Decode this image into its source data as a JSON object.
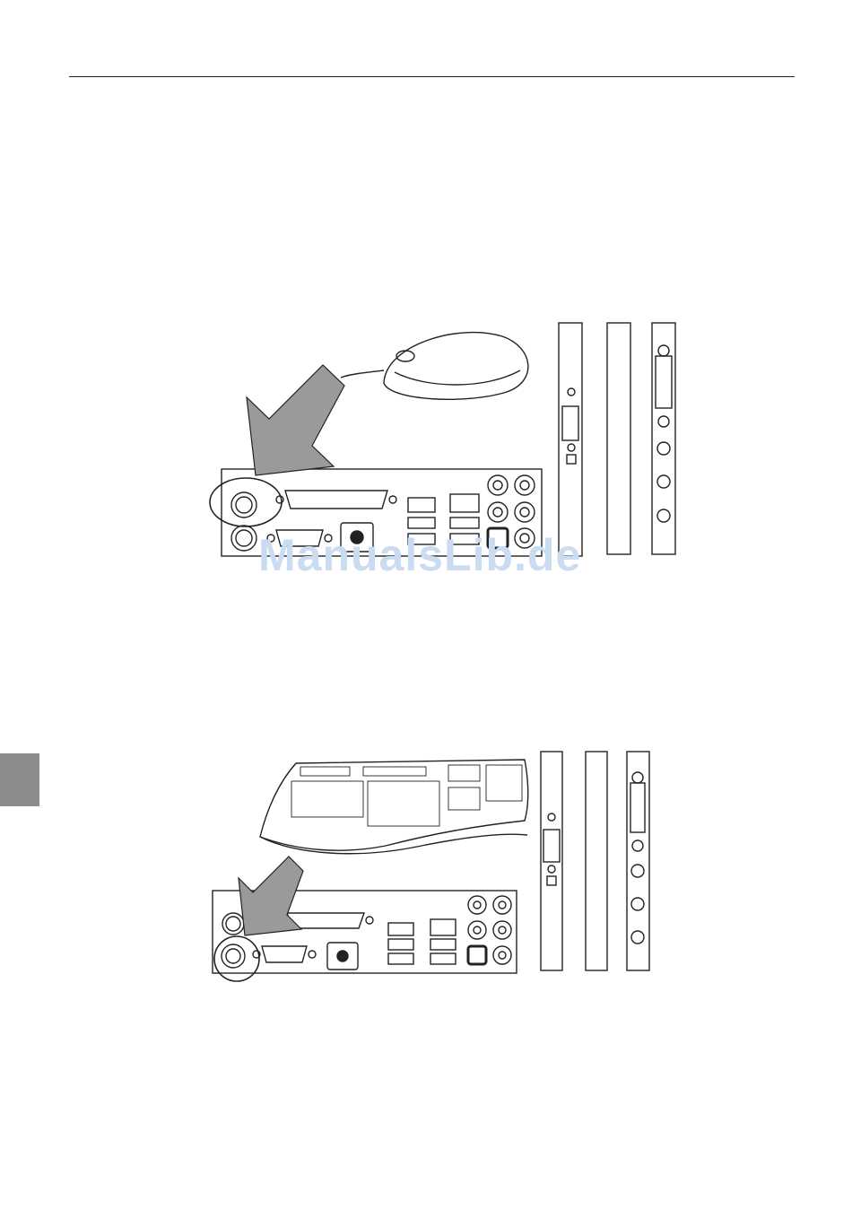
{
  "watermark": {
    "text": "ManualsLib.de"
  },
  "colors": {
    "arrow": "#9a9a9a",
    "stroke": "#222222",
    "tab": "#8c8c8c"
  },
  "figures": [
    {
      "device": "mouse-icon",
      "highlighted_port": "upper-ps2-port"
    },
    {
      "device": "keyboard-icon",
      "highlighted_port": "lower-ps2-port"
    }
  ]
}
